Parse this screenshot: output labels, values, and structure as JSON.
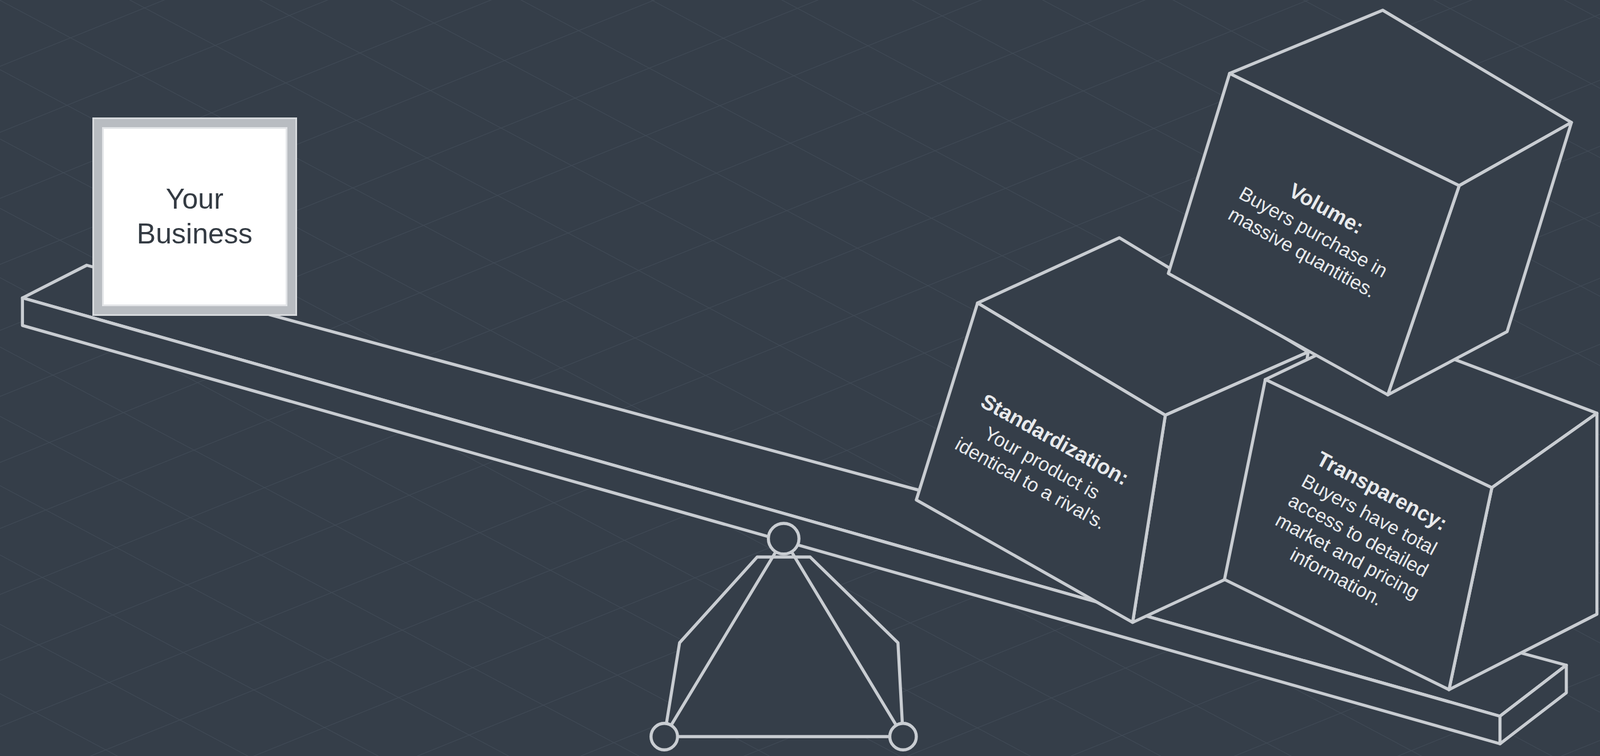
{
  "diagram": {
    "nodes": [
      {
        "text": [
          "Your Business"
        ]
      },
      {
        "text": [
          "Volume:",
          "Buyers purchase in massive quantities."
        ]
      },
      {
        "text": [
          "Standardization:",
          "Your product is identical to a rival's."
        ]
      },
      {
        "text": [
          "Transparency:",
          "Buyers have total access to detailed market and pricing information."
        ]
      }
    ]
  }
}
